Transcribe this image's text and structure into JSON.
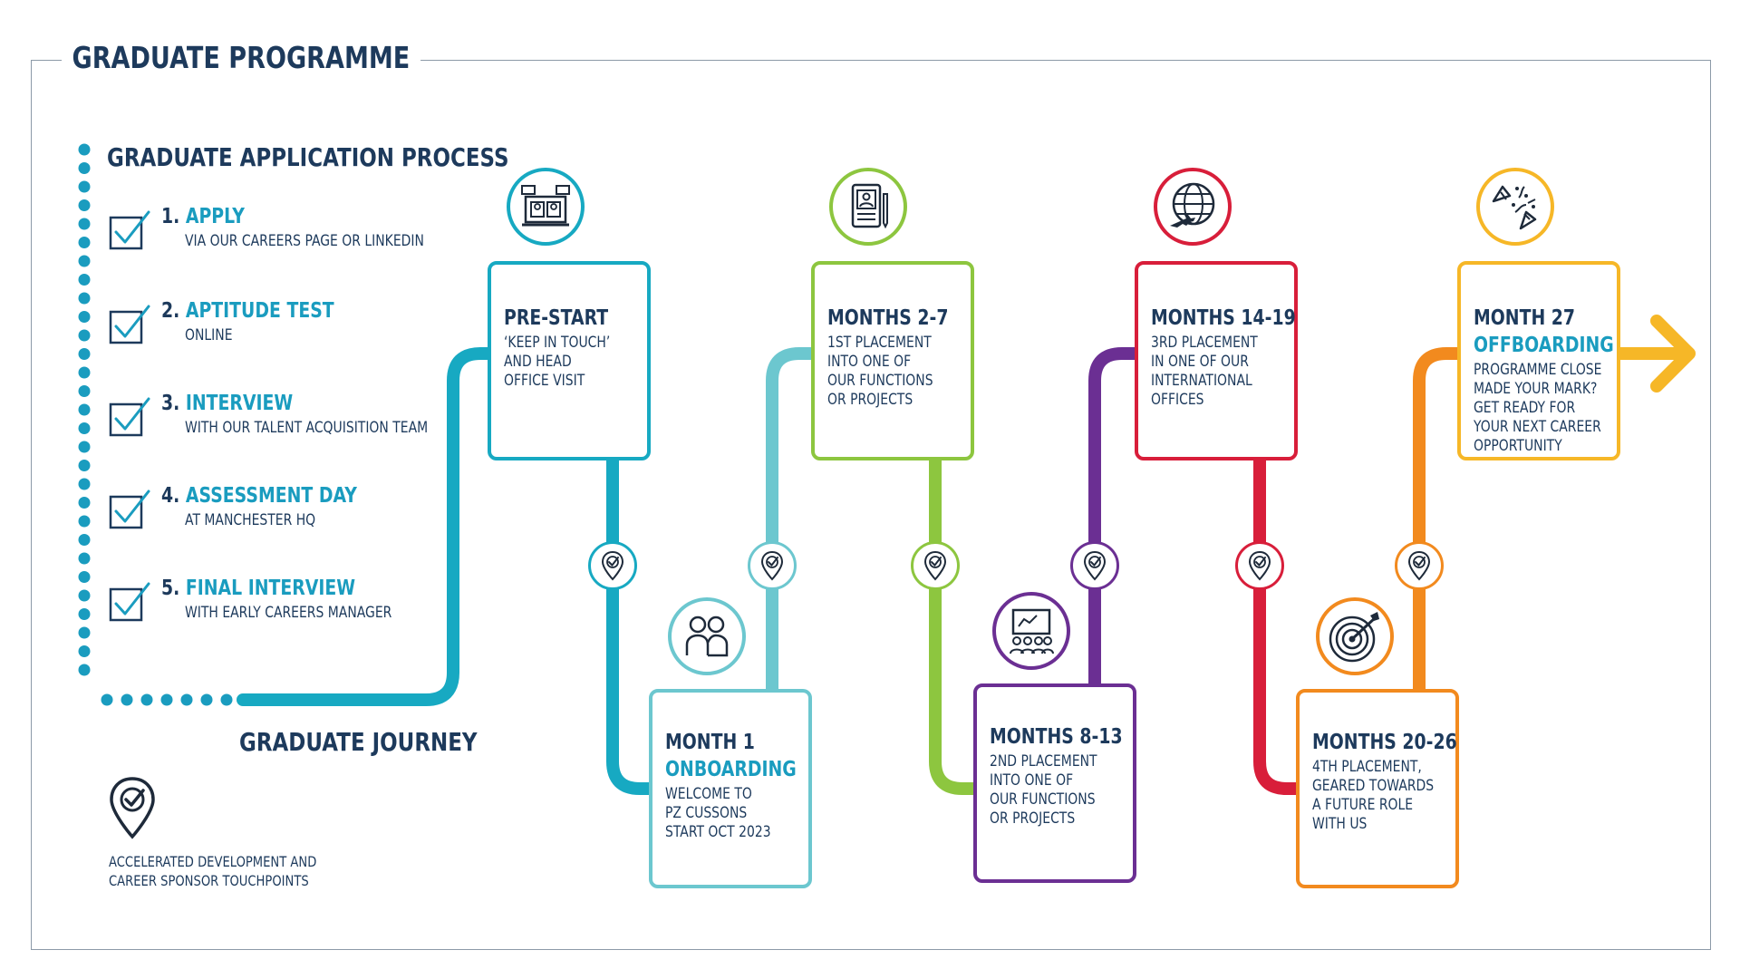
{
  "title": "GRADUATE PROGRAMME",
  "application": {
    "title": "GRADUATE APPLICATION PROCESS",
    "steps": [
      {
        "num": "1.",
        "label": "APPLY",
        "desc": "VIA OUR CAREERS PAGE OR LINKEDIN"
      },
      {
        "num": "2.",
        "label": "APTITUDE TEST",
        "desc": "ONLINE"
      },
      {
        "num": "3.",
        "label": "INTERVIEW",
        "desc": "WITH OUR TALENT ACQUISITION TEAM"
      },
      {
        "num": "4.",
        "label": "ASSESSMENT DAY",
        "desc": "AT MANCHESTER HQ"
      },
      {
        "num": "5.",
        "label": "FINAL INTERVIEW",
        "desc": "WITH EARLY CAREERS MANAGER"
      }
    ]
  },
  "journey": {
    "title": "GRADUATE JOURNEY",
    "legend": [
      "ACCELERATED DEVELOPMENT AND",
      "CAREER SPONSOR TOUCHPOINTS"
    ],
    "legend_icon": "location-check-icon",
    "stages": [
      {
        "head": "PRE-START",
        "head2": "",
        "lines": [
          "‘KEEP IN TOUCH’",
          "AND HEAD",
          "OFFICE VISIT"
        ],
        "color": "#17a9c2",
        "icon": "video-meeting-icon"
      },
      {
        "head": "MONTH 1",
        "head2": "ONBOARDING",
        "lines": [
          "WELCOME TO",
          "PZ CUSSONS",
          "START OCT 2023"
        ],
        "color": "#6cc7cf",
        "icon": "people-icon"
      },
      {
        "head": "MONTHS 2-7",
        "head2": "",
        "lines": [
          "1ST PLACEMENT",
          "INTO ONE OF",
          "OUR FUNCTIONS",
          "OR PROJECTS"
        ],
        "color": "#8dc63f",
        "icon": "id-document-icon"
      },
      {
        "head": "MONTHS 8-13",
        "head2": "",
        "lines": [
          "2ND PLACEMENT",
          "INTO ONE OF",
          "OUR FUNCTIONS",
          "OR PROJECTS"
        ],
        "color": "#6b2f93",
        "icon": "presentation-icon"
      },
      {
        "head": "MONTHS 14-19",
        "head2": "",
        "lines": [
          "3RD PLACEMENT",
          "IN ONE OF OUR",
          "INTERNATIONAL",
          "OFFICES"
        ],
        "color": "#d81e3a",
        "icon": "globe-plane-icon"
      },
      {
        "head": "MONTHS 20-26",
        "head2": "",
        "lines": [
          "4TH PLACEMENT,",
          "GEARED TOWARDS",
          "A FUTURE ROLE",
          "WITH US"
        ],
        "color": "#f28a1e",
        "icon": "target-icon"
      },
      {
        "head": "MONTH 27",
        "head2": "OFFBOARDING",
        "lines": [
          "PROGRAMME CLOSE",
          "MADE YOUR MARK?",
          "GET READY FOR",
          "YOUR NEXT CAREER",
          "OPPORTUNITY"
        ],
        "color": "#f6b727",
        "icon": "party-popper-icon"
      }
    ]
  },
  "colors": {
    "navy": "#1d3a5c",
    "teal_text": "#1a9cbf",
    "dots": "#1a9cbf",
    "arrow": "#f6b727"
  }
}
